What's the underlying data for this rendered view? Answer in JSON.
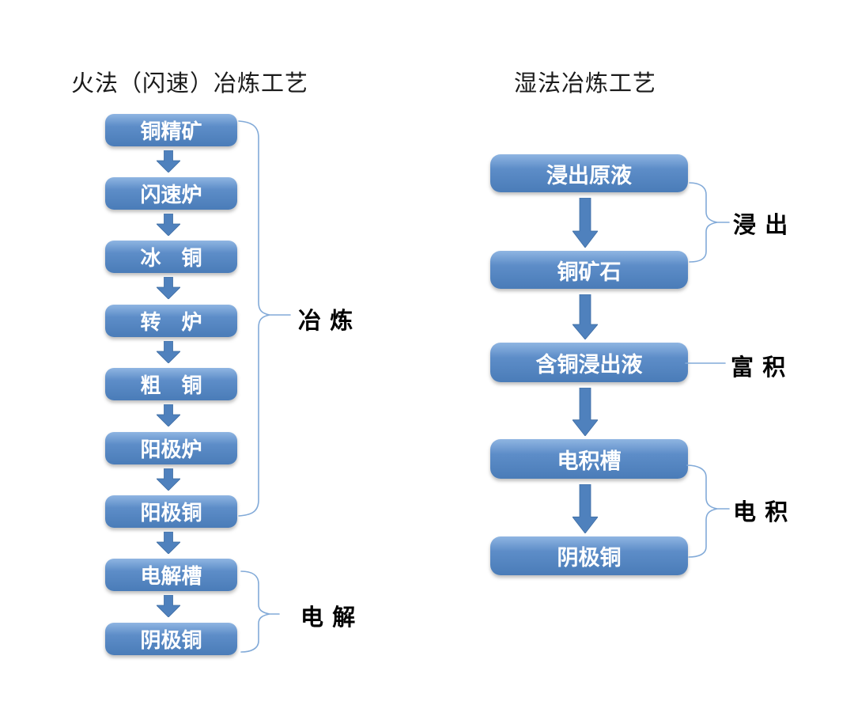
{
  "page": {
    "background": "#ffffff"
  },
  "colors": {
    "page_bg": "#ffffff",
    "box_top": "#8fb5e2",
    "box_mid": "#5d8dc8",
    "box_bottom": "#4a7cb8",
    "box_text": "#ffffff",
    "arrow_fill": "#4f81bd",
    "arrow_edge": "#3f6da3",
    "brace_stroke": "#82aad8",
    "label_text": "#000000",
    "title_text": "#1a1a1a"
  },
  "icons": {
    "down_arrow": "block-arrow-down",
    "brace": "right-curly-brace",
    "connector": "horizontal-line"
  },
  "left_flow": {
    "title": "火法（闪速）冶炼工艺",
    "steps": [
      "铜精矿",
      "闪速炉",
      "冰　铜",
      "转　炉",
      "粗　铜",
      "阳极炉",
      "阳极铜",
      "电解槽",
      "阴极铜"
    ],
    "stage_labels": [
      "冶 炼",
      "电 解"
    ]
  },
  "right_flow": {
    "title": "湿法冶炼工艺",
    "steps": [
      "浸出原液",
      "铜矿石",
      "含铜浸出液",
      "电积槽",
      "阴极铜"
    ],
    "stage_labels": [
      "浸 出",
      "富 积",
      "电 积"
    ]
  }
}
